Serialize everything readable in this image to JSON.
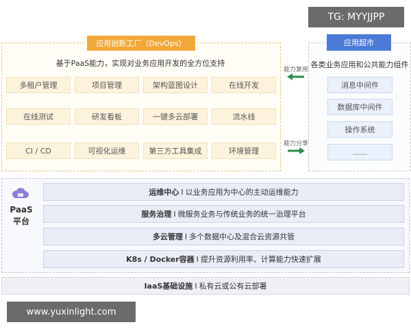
{
  "watermark": {
    "top": "TG: MYYJJPP",
    "bottom": "www.yuxinlight.com"
  },
  "devops": {
    "title": "应用创新工厂（DevOps）",
    "subtitle": "基于PaaS能力，实现对业务应用开发的全方位支持",
    "cells": [
      "多租户管理",
      "项目管理",
      "架构蓝图设计",
      "在线开发",
      "在线测试",
      "研发看板",
      "一键多云部署",
      "流水线",
      "CI / CD",
      "可视化运维",
      "第三方工具集成",
      "环境管理"
    ]
  },
  "arrows": {
    "reuse": "能力复用",
    "share": "能力分享"
  },
  "market": {
    "title": "应用超市",
    "subtitle": "各类业务应用和公共能力组件",
    "items": [
      "消息中间件",
      "数据库中间件",
      "操作系统",
      "......"
    ]
  },
  "paas": {
    "label_line1": "PaaS",
    "label_line2": "平台",
    "rows": [
      {
        "name": "运维中心",
        "sep": "I",
        "desc": "以业务应用为中心的主动运维能力"
      },
      {
        "name": "服务治理",
        "sep": "I",
        "desc": "微服务业务与传统业务的统一治理平台"
      },
      {
        "name": "多云管理",
        "sep": "I",
        "desc": "多个数据中心及混合云资源共管"
      },
      {
        "name": "K8s / Docker容器",
        "sep": "I",
        "desc": "提升资源利用率、计算能力快速扩展"
      }
    ]
  },
  "iaas": {
    "name": "IaaS基础设施",
    "sep": "I",
    "desc": "私有云或公有云部署"
  },
  "colors": {
    "devops_accent": "#f2a93b",
    "market_accent": "#4b7ad6",
    "arrow_green": "#2f8a4e"
  }
}
